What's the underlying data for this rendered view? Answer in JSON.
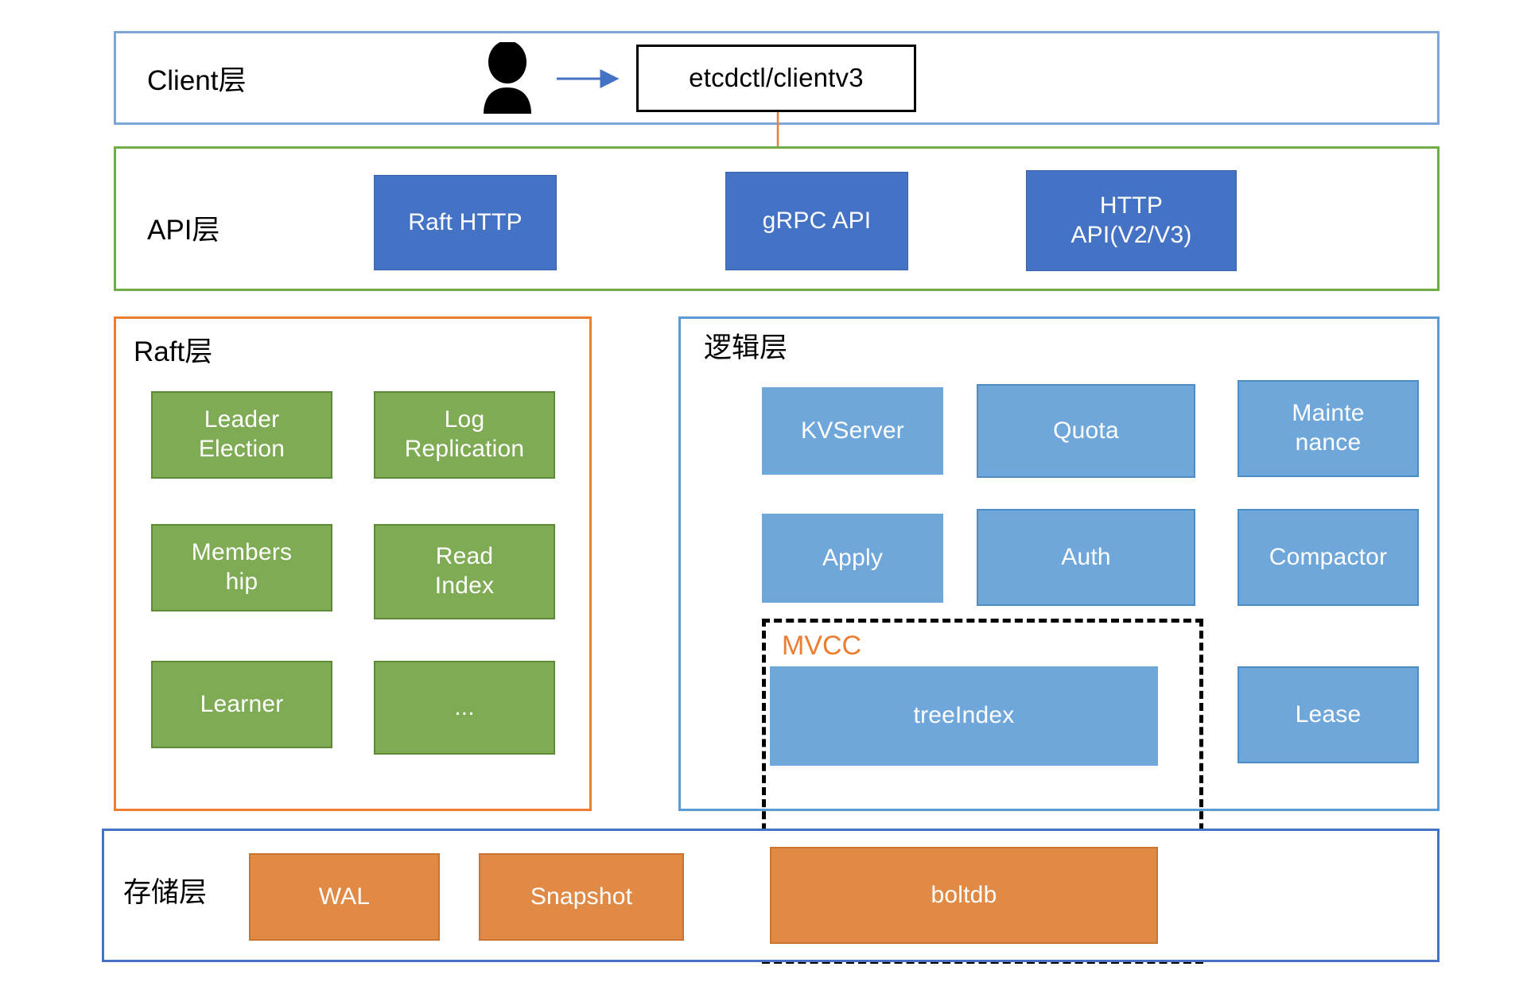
{
  "diagram": {
    "title": "etcd architecture layers",
    "colors": {
      "dark_blue": "#4472C4",
      "light_blue": "#6FA7DA",
      "green": "#7FAB55",
      "orange": "#E08A45",
      "mvcc_label": "#ED7D31",
      "client_border": "#7EA6D8",
      "api_border": "#70AD47",
      "raft_border": "#ED7D31",
      "logic_border": "#5B9BD5",
      "storage_border": "#4472C4",
      "arrow_blue": "#4472C4",
      "arrow_orange": "#ED7D31"
    }
  },
  "layers": {
    "client": {
      "label": "Client层",
      "nodes": [
        {
          "label": "etcdctl/clientv3"
        }
      ],
      "icons": [
        {
          "name": "user-person-icon"
        }
      ]
    },
    "api": {
      "label": "API层",
      "nodes": [
        {
          "label": "Raft HTTP"
        },
        {
          "label": "gRPC API"
        },
        {
          "label": "HTTP\nAPI(V2/V3)"
        }
      ]
    },
    "raft": {
      "label": "Raft层",
      "nodes": [
        {
          "label": "Leader\nElection"
        },
        {
          "label": "Log\nReplication"
        },
        {
          "label": "Members\nhip"
        },
        {
          "label": "Read\nIndex"
        },
        {
          "label": "Learner"
        },
        {
          "label": "..."
        }
      ]
    },
    "logic": {
      "label": "逻辑层",
      "nodes": [
        {
          "label": "KVServer"
        },
        {
          "label": "Quota"
        },
        {
          "label": "Mainte\nnance"
        },
        {
          "label": "Apply"
        },
        {
          "label": "Auth"
        },
        {
          "label": "Compactor"
        },
        {
          "label": "treeIndex"
        },
        {
          "label": "Lease"
        }
      ]
    },
    "storage": {
      "label": "存储层",
      "nodes": [
        {
          "label": "WAL"
        },
        {
          "label": "Snapshot"
        },
        {
          "label": "boltdb"
        }
      ]
    }
  },
  "groups": {
    "mvcc": {
      "label": "MVCC"
    }
  }
}
